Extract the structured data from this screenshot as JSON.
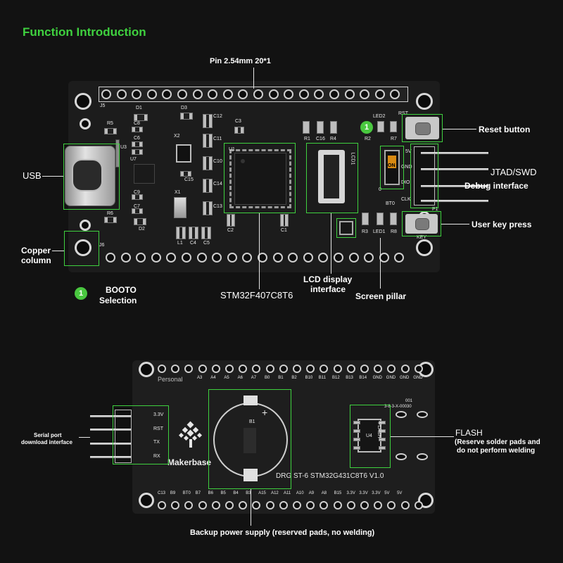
{
  "title": "Function Introduction",
  "colors": {
    "accent": "#3fd13f",
    "board": "#1c1c1c",
    "background": "#121212"
  },
  "top_board": {
    "callouts": {
      "pin_header": "Pin 2.54mm 20*1",
      "reset": "Reset button",
      "usb": "USB",
      "jtag_line1": "JTAD/SWD",
      "jtag_line2": "Debug interface",
      "user_key": "User key press",
      "copper_line1": "Copper",
      "copper_line2": "column",
      "lcd_line1": "LCD display",
      "lcd_line2": "interface",
      "mcu": "STM32F407C8T6",
      "screen_pillar": "Screen pillar",
      "booto_line1": "BOOTO",
      "booto_line2": "Selection",
      "badge": "1"
    },
    "silk": {
      "j5": "J5",
      "d1": "D1",
      "d3": "D3",
      "c8": "C8",
      "c6": "C6",
      "c12": "C12",
      "c3": "C3",
      "r5": "R5",
      "x2": "X2",
      "u3": "U3",
      "u1": "U1",
      "c11": "C11",
      "c10": "C10",
      "u7": "U7",
      "c15": "C15",
      "x1": "X1",
      "c14": "C14",
      "c13": "C13",
      "c9": "C9",
      "c7": "C7",
      "d2": "D2",
      "r6": "R6",
      "l1": "L1",
      "c4": "C4",
      "c5": "C5",
      "c2": "C2",
      "c1": "C1",
      "led2": "LED2",
      "rst": "RST",
      "r1": "R1",
      "c16": "C16",
      "r4": "R4",
      "r2": "R2",
      "r7": "R7",
      "lcd1": "LCD1",
      "on": "ON",
      "zero": "0",
      "bt0": "BT0",
      "p1_5v": "5V",
      "p1_dio": "DIO",
      "p1_clk": "CLK",
      "p1": "P1",
      "gnd": "GND",
      "r3": "R3",
      "led1": "LED1",
      "r8": "R8",
      "key": "KEY",
      "j6": "J6"
    }
  },
  "bottom_board": {
    "callouts": {
      "serial_line1": "Serial port",
      "serial_line2": "download interface",
      "flash_title": "FLASH",
      "flash_line1": "(Reserve solder pads and",
      "flash_line2": "do not perform welding",
      "backup": "Backup power supply (reserved pads, no welding)"
    },
    "top_pins": [
      "A3",
      "A4",
      "A5",
      "A6",
      "A7",
      "B0",
      "B1",
      "B2",
      "B10",
      "B11",
      "B12",
      "B13",
      "B14",
      "GND",
      "GND",
      "GND",
      "GND"
    ],
    "bottom_pins": [
      "C13",
      "B9",
      "BT0",
      "B7",
      "B6",
      "B5",
      "B4",
      "B3",
      "A15",
      "A12",
      "A11",
      "A10",
      "A9",
      "A8",
      "B15",
      "3.3V",
      "3.3V",
      "3.3V",
      "5V",
      "5V"
    ],
    "serial_pins": [
      "3.3V",
      "RST",
      "TX",
      "RX"
    ],
    "silk": {
      "personal": "Personal",
      "plus": "+",
      "b1": "B1",
      "u4": "U4",
      "flash": "FLASH",
      "code": "3-8-3-X-00030",
      "code2": "001",
      "brand": "Makerbase",
      "model": "DRG ST-6 STM32G431C8T6 V1.0"
    }
  }
}
